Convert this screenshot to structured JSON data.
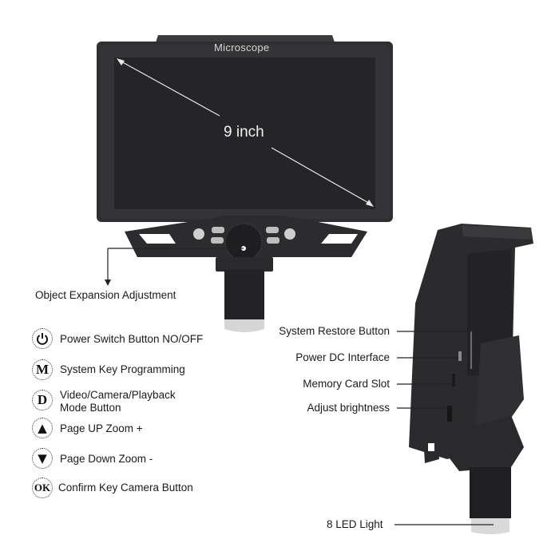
{
  "device": {
    "brand_label": "Microscope",
    "screen_size_label": "9 inch"
  },
  "front_callouts": {
    "focus_knob": "Object Expansion Adjustment"
  },
  "button_legend": [
    {
      "icon": "power-icon",
      "glyph": "⏻",
      "label": "Power Switch Button NO/OFF"
    },
    {
      "icon": "m-key-icon",
      "glyph": "M",
      "label": "System Key Programming"
    },
    {
      "icon": "d-key-icon",
      "glyph": "D",
      "label_line1": "Video/Camera/Playback",
      "label_line2": "Mode Button"
    },
    {
      "icon": "up-triangle-icon",
      "glyph": "▲",
      "label": "Page UP Zoom +"
    },
    {
      "icon": "down-triangle-icon",
      "glyph": "▼",
      "label": "Page Down Zoom -"
    },
    {
      "icon": "ok-key-icon",
      "glyph": "OK",
      "label": "Confirm Key Camera Button"
    }
  ],
  "side_callouts": [
    {
      "label": "System Restore Button"
    },
    {
      "label": "Power DC Interface"
    },
    {
      "label": "Memory Card Slot"
    },
    {
      "label": "Adjust brightness"
    },
    {
      "label": "8 LED Light"
    }
  ],
  "colors": {
    "body": "#2b2b2d",
    "screen": "#262628",
    "bezel": "#3a3a3c",
    "led_ring": "#d9d9d9",
    "text": "#1a1a1a"
  }
}
